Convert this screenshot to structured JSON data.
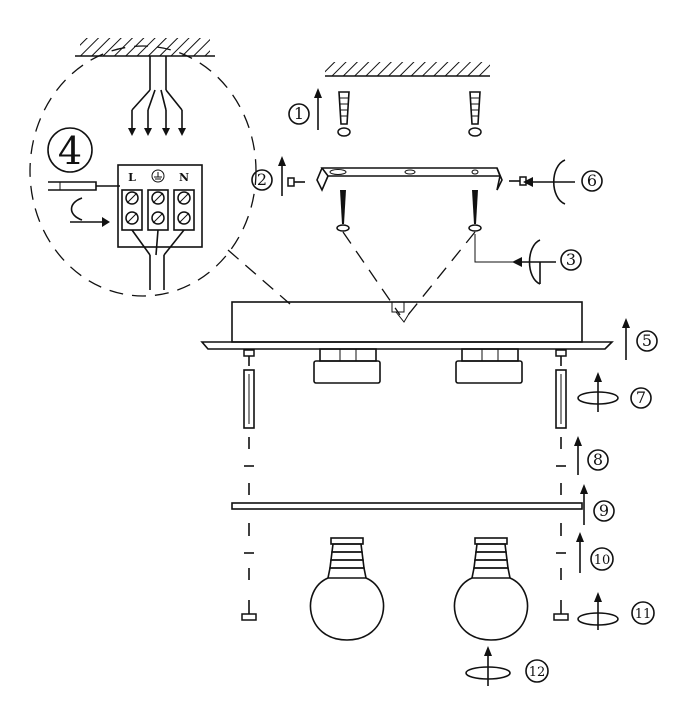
{
  "steps": [
    {
      "id": 1,
      "label": "1"
    },
    {
      "id": 2,
      "label": "2"
    },
    {
      "id": 3,
      "label": "3"
    },
    {
      "id": 4,
      "label": "4"
    },
    {
      "id": 5,
      "label": "5"
    },
    {
      "id": 6,
      "label": "6"
    },
    {
      "id": 7,
      "label": "7"
    },
    {
      "id": 8,
      "label": "8"
    },
    {
      "id": 9,
      "label": "9"
    },
    {
      "id": 10,
      "label": "10"
    },
    {
      "id": 11,
      "label": "11"
    },
    {
      "id": 12,
      "label": "12"
    }
  ],
  "terminal_block": {
    "left": "L",
    "right": "N"
  },
  "colors": {
    "ink": "#111111",
    "background": "#ffffff"
  }
}
